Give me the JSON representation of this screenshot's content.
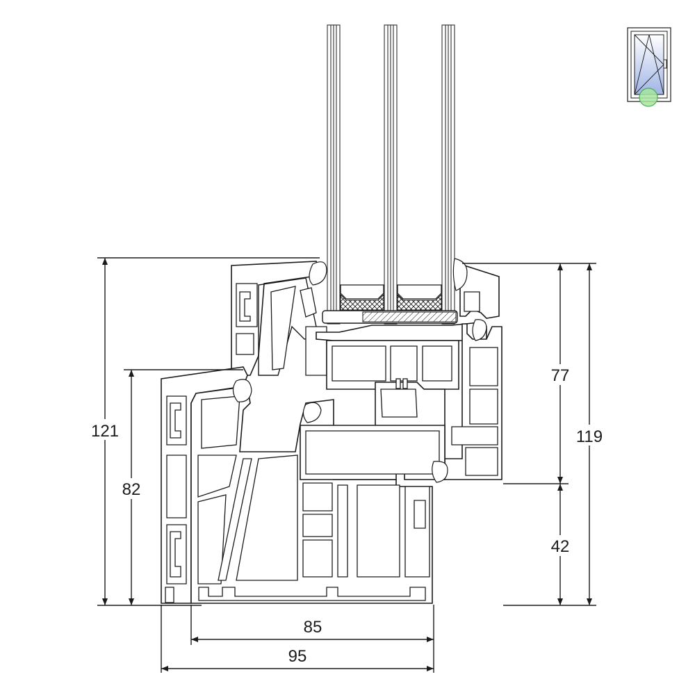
{
  "dimensions": {
    "frame_height": "121",
    "frame_inner_height": "82",
    "right_total_height": "119",
    "right_upper_height": "77",
    "right_lower_height": "42",
    "inner_width": "85",
    "total_width": "95"
  },
  "icons": {
    "window_icon": "tilt-turn-window-icon",
    "highlight_marker": "section-location-marker-icon"
  },
  "colors": {
    "line": "#1a1a1a",
    "marker_fill": "#a8e6a0",
    "marker_stroke": "#4caf50",
    "window_glass_gradient_top": "#ffffff",
    "window_glass_gradient_bottom": "#9fb4e6"
  }
}
